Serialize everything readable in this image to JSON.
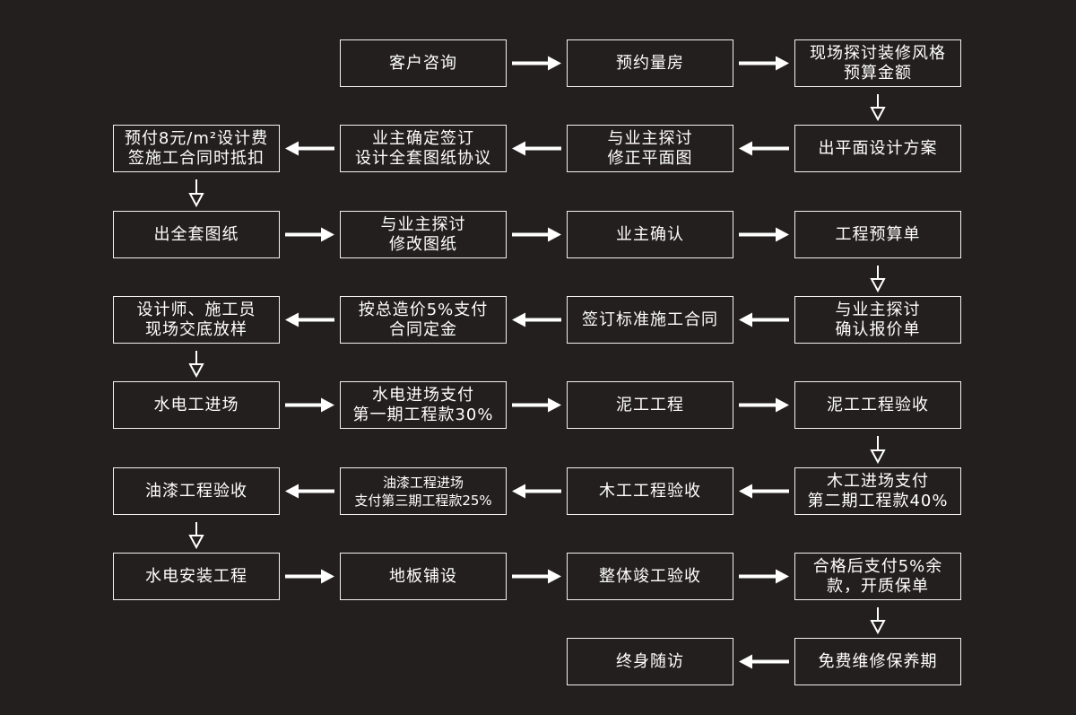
{
  "colors": {
    "background": "#231f1e",
    "box_border": "#f2f2f2",
    "text": "#ffffff",
    "arrow": "#ffffff"
  },
  "steps": [
    {
      "id": "s1",
      "label": "客户咨询"
    },
    {
      "id": "s2",
      "label": "预约量房"
    },
    {
      "id": "s3",
      "label": "现场探讨装修风格\n预算金额"
    },
    {
      "id": "s4",
      "label": "出平面设计方案"
    },
    {
      "id": "s5",
      "label": "与业主探讨\n修正平面图"
    },
    {
      "id": "s6",
      "label": "业主确定签订\n设计全套图纸协议"
    },
    {
      "id": "s7",
      "label": "预付8元/m²设计费\n签施工合同时抵扣"
    },
    {
      "id": "s8",
      "label": "出全套图纸"
    },
    {
      "id": "s9",
      "label": "与业主探讨\n修改图纸"
    },
    {
      "id": "s10",
      "label": "业主确认"
    },
    {
      "id": "s11",
      "label": "工程预算单"
    },
    {
      "id": "s12",
      "label": "与业主探讨\n确认报价单"
    },
    {
      "id": "s13",
      "label": "签订标准施工合同"
    },
    {
      "id": "s14",
      "label": "按总造价5%支付\n合同定金"
    },
    {
      "id": "s15",
      "label": "设计师、施工员\n现场交底放样"
    },
    {
      "id": "s16",
      "label": "水电工进场"
    },
    {
      "id": "s17",
      "label": "水电进场支付\n第一期工程款30%"
    },
    {
      "id": "s18",
      "label": "泥工工程"
    },
    {
      "id": "s19",
      "label": "泥工工程验收"
    },
    {
      "id": "s20",
      "label": "木工进场支付\n第二期工程款40%"
    },
    {
      "id": "s21",
      "label": "木工工程验收"
    },
    {
      "id": "s22",
      "label": "油漆工程进场\n支付第三期工程款25%"
    },
    {
      "id": "s23",
      "label": "油漆工程验收"
    },
    {
      "id": "s24",
      "label": "水电安装工程"
    },
    {
      "id": "s25",
      "label": "地板铺设"
    },
    {
      "id": "s26",
      "label": "整体竣工验收"
    },
    {
      "id": "s27",
      "label": "合格后支付5%余\n款，开质保单"
    },
    {
      "id": "s28",
      "label": "免费维修保养期"
    },
    {
      "id": "s29",
      "label": "终身随访"
    }
  ],
  "edges": [
    [
      "s1",
      "s2"
    ],
    [
      "s2",
      "s3"
    ],
    [
      "s3",
      "s4"
    ],
    [
      "s4",
      "s5"
    ],
    [
      "s5",
      "s6"
    ],
    [
      "s6",
      "s7"
    ],
    [
      "s7",
      "s8"
    ],
    [
      "s8",
      "s9"
    ],
    [
      "s9",
      "s10"
    ],
    [
      "s10",
      "s11"
    ],
    [
      "s11",
      "s12"
    ],
    [
      "s12",
      "s13"
    ],
    [
      "s13",
      "s14"
    ],
    [
      "s14",
      "s15"
    ],
    [
      "s15",
      "s16"
    ],
    [
      "s16",
      "s17"
    ],
    [
      "s17",
      "s18"
    ],
    [
      "s18",
      "s19"
    ],
    [
      "s19",
      "s20"
    ],
    [
      "s20",
      "s21"
    ],
    [
      "s21",
      "s22"
    ],
    [
      "s22",
      "s23"
    ],
    [
      "s23",
      "s24"
    ],
    [
      "s24",
      "s25"
    ],
    [
      "s25",
      "s26"
    ],
    [
      "s26",
      "s27"
    ],
    [
      "s27",
      "s28"
    ],
    [
      "s28",
      "s29"
    ]
  ]
}
